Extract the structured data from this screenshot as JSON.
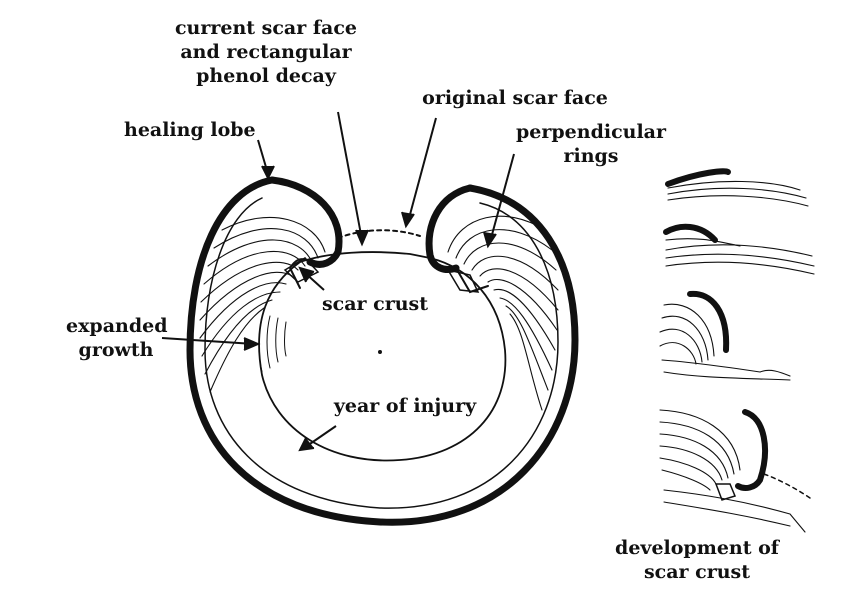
{
  "labels": {
    "current_scar_face": [
      "current scar face",
      "and rectangular",
      "phenol decay"
    ],
    "original_scar_face": "original scar face",
    "healing_lobe": "healing lobe",
    "perpendicular_rings": [
      "perpendicular",
      "rings"
    ],
    "scar_crust": "scar crust",
    "expanded_growth": [
      "expanded",
      "growth"
    ],
    "year_of_injury": "year of injury",
    "development_of_scar_crust": [
      "development of",
      "scar crust"
    ]
  },
  "colors": {
    "ink": "#111111",
    "background": "#ffffff"
  }
}
